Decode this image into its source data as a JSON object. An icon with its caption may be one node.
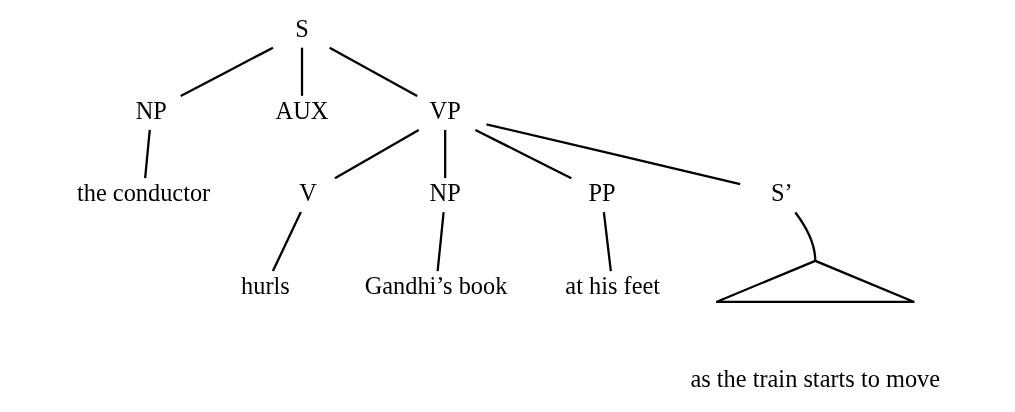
{
  "diagram": {
    "nodes": [
      {
        "text": [
          "S"
        ]
      },
      {
        "text": [
          "NP"
        ]
      },
      {
        "text": [
          "AUX"
        ]
      },
      {
        "text": [
          "VP"
        ]
      },
      {
        "text": [
          "the conductor"
        ]
      },
      {
        "text": [
          "V"
        ]
      },
      {
        "text": [
          "NP"
        ]
      },
      {
        "text": [
          "PP"
        ]
      },
      {
        "text": [
          "S’"
        ]
      },
      {
        "text": [
          "hurls"
        ]
      },
      {
        "text": [
          "Gandhi’s book"
        ]
      },
      {
        "text": [
          "at his feet"
        ]
      },
      {
        "text": [],
        "shape": "triangle",
        "beside": [
          "as the train starts to move"
        ]
      }
    ],
    "edges": [
      {
        "from": 0,
        "to": 1,
        "arrow": "none"
      },
      {
        "from": 0,
        "to": 2,
        "arrow": "none"
      },
      {
        "from": 0,
        "to": 3,
        "arrow": "none"
      },
      {
        "from": 1,
        "to": 4,
        "arrow": "none"
      },
      {
        "from": 3,
        "to": 5,
        "arrow": "none"
      },
      {
        "from": 3,
        "to": 6,
        "arrow": "none"
      },
      {
        "from": 3,
        "to": 7,
        "arrow": "none"
      },
      {
        "from": 3,
        "to": 8,
        "arrow": "none"
      },
      {
        "from": 5,
        "to": 9,
        "arrow": "none"
      },
      {
        "from": 6,
        "to": 10,
        "arrow": "none"
      },
      {
        "from": 7,
        "to": 11,
        "arrow": "none"
      },
      {
        "from": 8,
        "to": 12,
        "arrow": "none"
      }
    ]
  }
}
